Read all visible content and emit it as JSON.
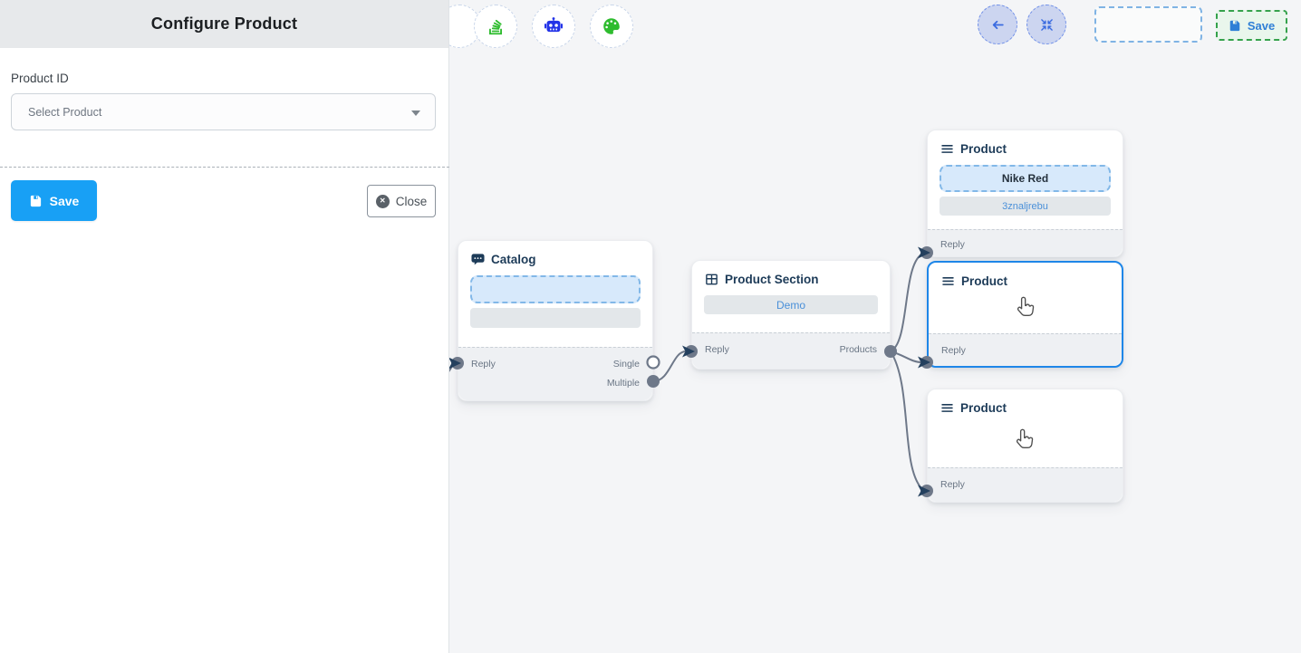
{
  "panel": {
    "title": "Configure Product",
    "product_id_label": "Product ID",
    "select_placeholder": "Select Product",
    "save_label": "Save",
    "close_label": "Close"
  },
  "toolbar": {
    "canvas_icons": [
      {
        "name": "stack-icon",
        "color": "#2ebc2e"
      },
      {
        "name": "robot-icon",
        "color": "#2333e8"
      },
      {
        "name": "palette-icon",
        "color": "#2ebc2e"
      }
    ],
    "back_button_icon": "arrow-left-icon",
    "fit_view_button_icon": "compress-icon",
    "save_label": "Save"
  },
  "nodes": [
    {
      "title": "Catalog",
      "icon": "chat-dots-icon",
      "fields": [
        {
          "style": "dashed-blue",
          "text": ""
        },
        {
          "style": "gray",
          "text": ""
        }
      ],
      "inputs": [
        {
          "label": "Reply"
        }
      ],
      "outputs": [
        {
          "label": "Single",
          "handle": "hollow"
        },
        {
          "label": "Multiple",
          "handle": "filled"
        }
      ]
    },
    {
      "title": "Product Section",
      "icon": "grid-icon",
      "fields": [
        {
          "style": "gray",
          "text": "Demo"
        }
      ],
      "inputs": [
        {
          "label": "Reply"
        }
      ],
      "outputs": [
        {
          "label": "Products",
          "handle": "filled"
        }
      ]
    },
    {
      "title": "Product",
      "icon": "list-icon",
      "fields": [
        {
          "style": "dashed-blue",
          "text": "Nike Red"
        },
        {
          "style": "gray",
          "text": "3znaljrebu"
        }
      ],
      "inputs": [
        {
          "label": "Reply"
        }
      ],
      "outputs": []
    },
    {
      "title": "Product",
      "icon": "list-icon",
      "selected": true,
      "fields": [],
      "inputs": [
        {
          "label": "Reply"
        }
      ],
      "outputs": []
    },
    {
      "title": "Product",
      "icon": "list-icon",
      "fields": [],
      "inputs": [
        {
          "label": "Reply"
        }
      ],
      "outputs": []
    }
  ],
  "edges": [
    {
      "from": "offscreen-left",
      "to": "catalog.reply"
    },
    {
      "from": "catalog.multiple",
      "to": "product-section.reply"
    },
    {
      "from": "product-section.products",
      "to": "product-1.reply"
    },
    {
      "from": "product-section.products",
      "to": "product-2.reply"
    },
    {
      "from": "product-section.products",
      "to": "product-3.reply"
    }
  ],
  "colors": {
    "panel_header_bg": "#e7e9eb",
    "primary_blue": "#18a0f5",
    "selected_node_border": "#1e86e8",
    "save_green_border": "#35a24c",
    "save_green_bg": "#e9f6ec",
    "node_title": "#1d3b58",
    "edge": "#6e7889",
    "arrow": "#24405e",
    "canvas_bg": "#f4f5f7"
  }
}
